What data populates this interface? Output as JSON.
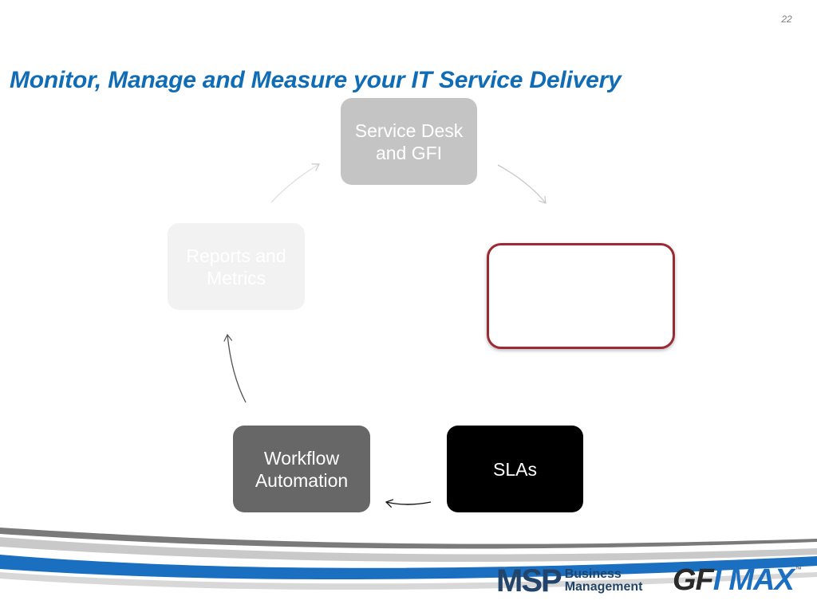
{
  "page": {
    "number": "22",
    "title": "Monitor, Manage and Measure your IT Service Delivery"
  },
  "cycle": {
    "service_desk": "Service Desk and GFI",
    "reports": "Reports and Metrics",
    "highlight": "",
    "workflow": "Workflow Automation",
    "slas": "SLAs"
  },
  "logos": {
    "msp_mark": "MSP",
    "msp_line1": "Business",
    "msp_line2": "Management",
    "gfi_part1": "GF",
    "gfi_part2": "I",
    "gfi_part3": "MAX",
    "trademark": "™"
  },
  "colors": {
    "title": "#0f6cb5",
    "service_desk_box": "#c4c4c4",
    "reports_box": "#f2f2f2",
    "highlight_border": "#9a2a33",
    "workflow_box": "#676767",
    "slas_box": "#000000",
    "swoosh_blue": "#1b6fc0",
    "swoosh_gray": "#7a7a7a"
  }
}
